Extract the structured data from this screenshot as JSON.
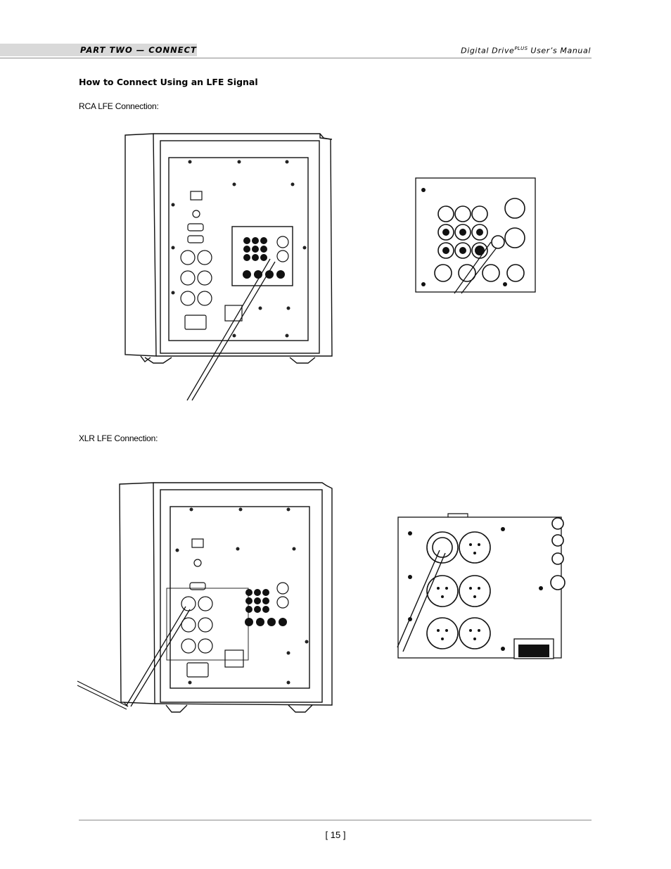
{
  "header": {
    "section": "PART TWO — CONNECT",
    "manual_prefix": "Digital Drive",
    "manual_sup": "PLUS",
    "manual_suffix": " User’s Manual"
  },
  "heading": "How to Connect Using an LFE Signal",
  "figures": {
    "rca_caption": "RCA LFE Connection:",
    "xlr_caption": "XLR LFE Connection:"
  },
  "footer": {
    "page_number": "[ 15 ]"
  }
}
